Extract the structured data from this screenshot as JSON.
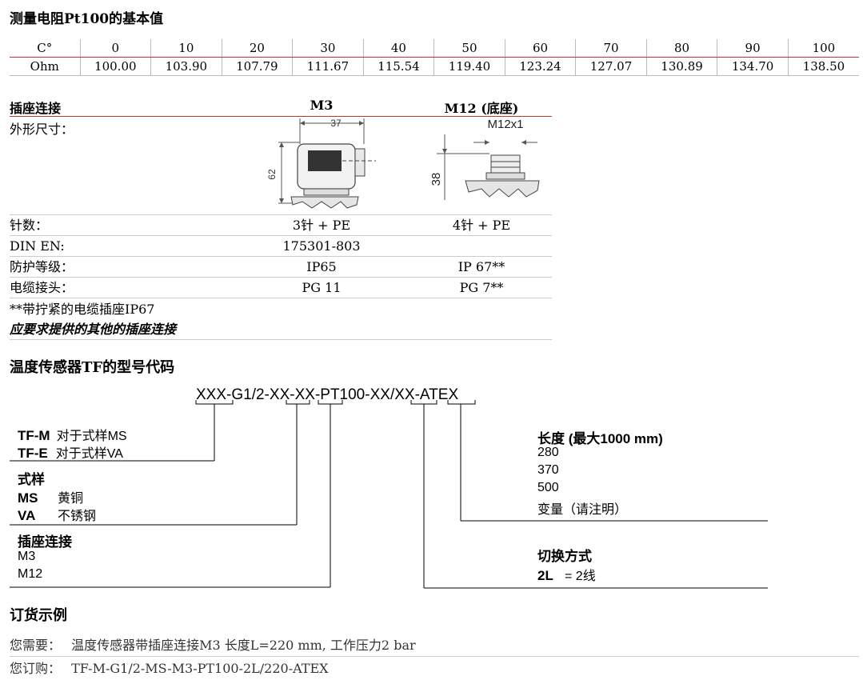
{
  "resistance": {
    "title": "测量电阻Pt100的基本值",
    "header_label": "C°",
    "row_label": "Ohm",
    "temps": [
      "0",
      "10",
      "20",
      "30",
      "40",
      "50",
      "60",
      "70",
      "80",
      "90",
      "100"
    ],
    "ohms": [
      "100.00",
      "103.90",
      "107.79",
      "111.67",
      "115.54",
      "119.40",
      "123.24",
      "127.07",
      "130.89",
      "134.70",
      "138.50"
    ]
  },
  "connector": {
    "title": "插座连接",
    "col_m3": "M3",
    "col_m12": "M12 (底座)",
    "outline_label": "外形尺寸：",
    "m3_dims": {
      "width": "37",
      "height": "62"
    },
    "m12_dims": {
      "thread": "M12x1",
      "height": "38"
    },
    "rows": [
      {
        "label": "针数：",
        "m3": "3针 + PE",
        "m12": "4针 + PE"
      },
      {
        "label": "DIN EN:",
        "m3": "175301-803",
        "m12": ""
      },
      {
        "label": "防护等级：",
        "m3": "IP65",
        "m12": "IP 67**"
      },
      {
        "label": "电缆接头：",
        "m3": "PG 11",
        "m12": "PG 7**"
      }
    ],
    "note": "**带拧紧的电缆插座IP67",
    "note2": "应要求提供的其他的插座连接"
  },
  "model": {
    "title": "温度传感器TF的型号代码",
    "code": {
      "p1": "XXX",
      "s1": "-G1/2-",
      "p2": "XX",
      "s2": "-",
      "p3": "XX",
      "s3": "-PT100-",
      "p4": "XX",
      "s4": "/",
      "p5": "XX",
      "s5": "-ATEX"
    },
    "type_m": {
      "code": "TF-M",
      "desc": "对于式样MS"
    },
    "type_e": {
      "code": "TF-E",
      "desc": "对于式样VA"
    },
    "style_title": "式样",
    "style_ms": {
      "code": "MS",
      "desc": "黄铜"
    },
    "style_va": {
      "code": "VA",
      "desc": "不锈钢"
    },
    "conn_title": "插座连接",
    "conn_m3": "M3",
    "conn_m12": "M12",
    "length_title": "长度 (最大1000 mm)",
    "lengths": [
      "280",
      "370",
      "500"
    ],
    "length_var": "变量（请注明）",
    "switch_title": "切换方式",
    "switch_code": "2L",
    "switch_desc": "= 2线"
  },
  "order": {
    "title": "订货示例",
    "need_label": "您需要：",
    "need_text": "温度传感器带插座连接M3 长度L=220 mm, 工作压力2 bar",
    "order_label": "您订购：",
    "order_text": "TF-M-G1/2-MS-M3-PT100-2L/220-ATEX"
  }
}
